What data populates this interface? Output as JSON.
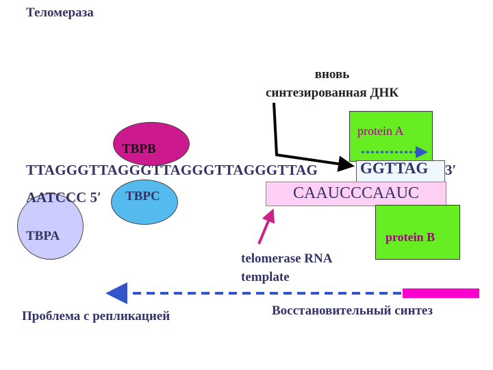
{
  "title": "Теломераза",
  "new_dna": "вновь синтезированная ДНК",
  "protein_a": "protein A",
  "tbpb": "TBPB",
  "dna_top": "TTAGGGTTAGGGTTAGGGTTAGGGTTAG",
  "new_sequence": "GGTTAG",
  "three_prime": "3′",
  "rna_sequence": "CAAUCCCAAUC",
  "dna_bottom": "AATCCC 5′",
  "tbpc": "TBPC",
  "tbpa": "TBPA",
  "protein_b": "protein B",
  "template_label": "telomerase RNA template",
  "replication_problem": "Проблема с репликацией",
  "restorative_synthesis": "Восстановительный синтез",
  "colors": {
    "text": "#333366",
    "protein_box": "#66ee22",
    "protein_label": "#aa0088",
    "tbpb": "#cc1a8e",
    "tbpc": "#55bbee",
    "tbpa": "#ccccff",
    "rna_box": "#ffd0f4",
    "arrow_blue": "#3355cc",
    "arrow_magenta": "#cc2288",
    "bar_magenta": "#ff00cc"
  }
}
